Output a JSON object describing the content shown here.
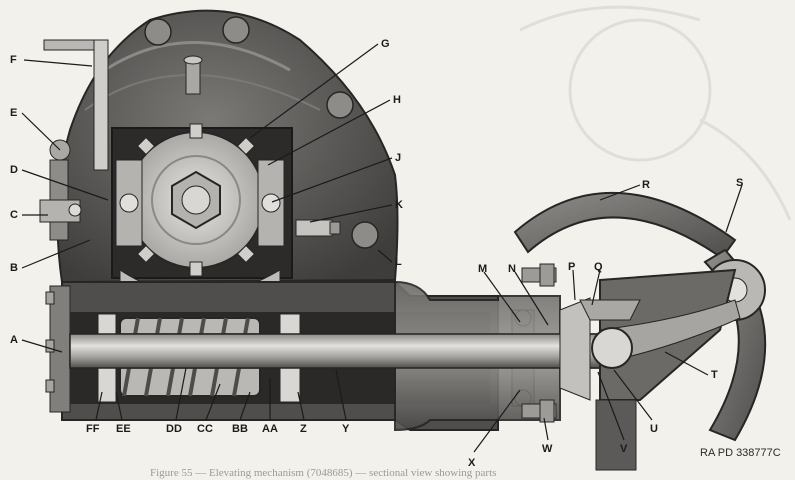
{
  "figure": {
    "credit": "RA PD 338777C",
    "caption": "Figure 55 — Elevating mechanism (7048685) — sectional view showing parts"
  },
  "labels": {
    "F": "F",
    "G": "G",
    "E": "E",
    "H": "H",
    "D": "D",
    "J": "J",
    "C": "C",
    "K": "K",
    "B": "B",
    "L": "L",
    "R": "R",
    "S": "S",
    "M": "M",
    "N": "N",
    "P": "P",
    "Q": "Q",
    "A": "A",
    "T": "T",
    "FF": "FF",
    "EE": "EE",
    "DD": "DD",
    "CC": "CC",
    "BB": "BB",
    "AA": "AA",
    "Z": "Z",
    "Y": "Y",
    "X": "X",
    "W": "W",
    "V": "V",
    "U": "U"
  },
  "colors": {
    "housing": "#5b5a58",
    "housing_dark": "#3a3938",
    "metal": "#bdbcb8",
    "metal_light": "#d9d8d4",
    "shadow": "#262625",
    "paper": "#f3f1ec"
  }
}
